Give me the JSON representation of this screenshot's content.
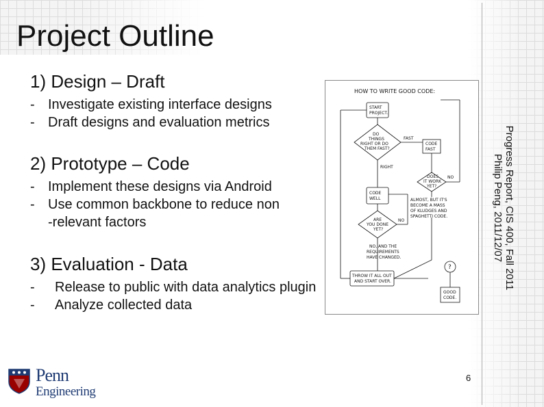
{
  "slide": {
    "title": "Project Outline",
    "page_number": "6",
    "side_text": {
      "line1": "Progress Report, CIS 400, Fall 2011",
      "line2": "Philip Peng, 2011/12/07"
    }
  },
  "sections": [
    {
      "heading": "1)  Design – Draft",
      "bullets": [
        "Investigate existing interface designs",
        "Draft designs and evaluation metrics"
      ]
    },
    {
      "heading": "2) Prototype – Code",
      "bullets": [
        "Implement these designs via Android",
        "Use common backbone to reduce non",
        "-relevant factors"
      ]
    },
    {
      "heading": "3) Evaluation - Data",
      "bullets": [
        "Release to public with data analytics plugin",
        "Analyze collected data"
      ]
    }
  ],
  "bullet_dash": "-",
  "comic": {
    "title": "HOW TO WRITE GOOD CODE:",
    "start": [
      "START",
      "PROJECT."
    ],
    "decision1": [
      "DO",
      "THINGS",
      "RIGHT OR DO",
      "THEM FAST?"
    ],
    "fast_label": "FAST",
    "code_fast": [
      "CODE",
      "FAST"
    ],
    "right_label": "RIGHT",
    "does_it_work": [
      "DOES",
      "IT WORK",
      "YET?"
    ],
    "no_label": "NO",
    "code_well": [
      "CODE",
      "WELL"
    ],
    "almost": [
      "ALMOST, BUT IT'S",
      "BECOME A MASS",
      "OF KLUDGES AND",
      "SPAGHETTI CODE."
    ],
    "are_you_done": [
      "ARE",
      "YOU DONE",
      "YET?"
    ],
    "no_label2": "NO",
    "no_requirements": [
      "NO, AND THE",
      "REQUIREMENTS",
      "HAVE CHANGED."
    ],
    "throw_out": [
      "THROW IT ALL OUT",
      "AND START OVER."
    ],
    "question": "?",
    "good_code": [
      "GOOD",
      "CODE."
    ]
  },
  "logo": {
    "line1": "Penn",
    "line2": "Engineering",
    "shield_color": "#990000"
  }
}
